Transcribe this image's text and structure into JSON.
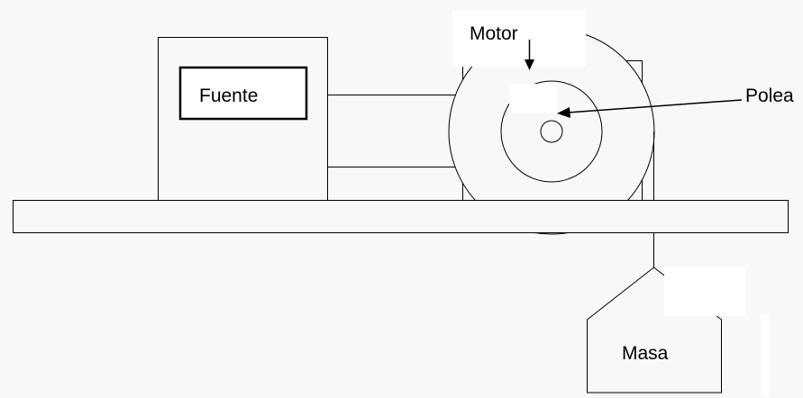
{
  "diagram": {
    "labels": {
      "motor": "Motor",
      "source": "Fuente",
      "pulley": "Polea",
      "mass": "Masa"
    },
    "colors": {
      "background": "#f8f8f8",
      "stroke": "#000000",
      "patch": "#ffffff"
    }
  }
}
